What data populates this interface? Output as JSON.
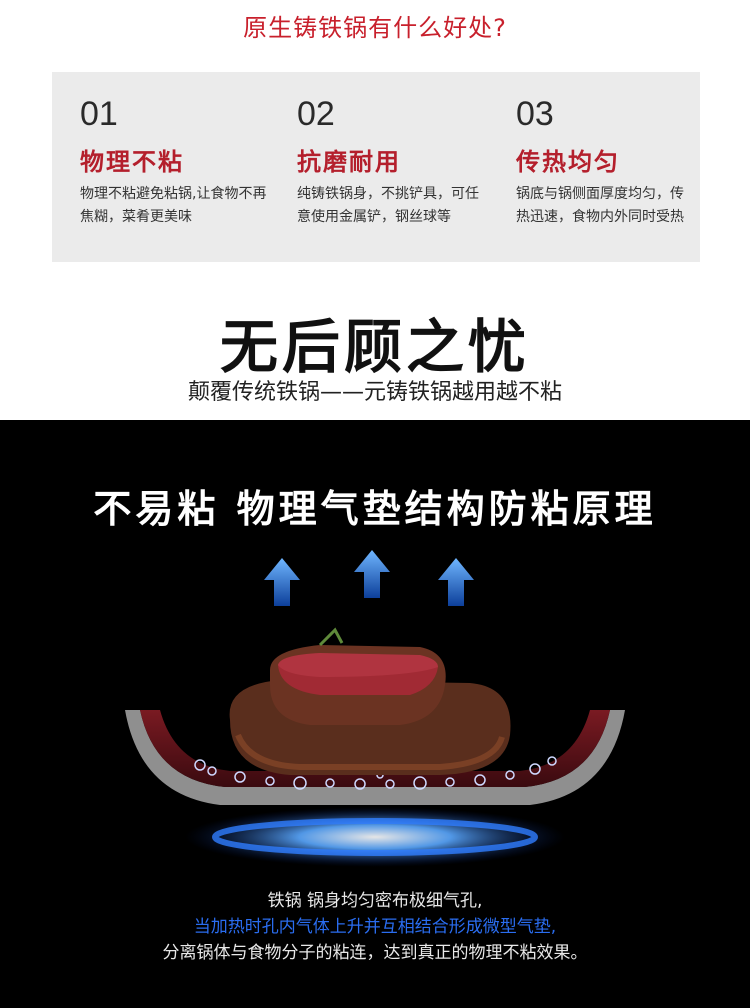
{
  "top_title": "原生铸铁锅有什么好处?",
  "features": [
    {
      "num": "01",
      "title": "物理不粘",
      "desc": "物理不粘避免粘锅,让食物不再焦糊，菜肴更美味"
    },
    {
      "num": "02",
      "title": "抗磨耐用",
      "desc": "纯铸铁锅身，不挑铲具，可任意使用金属铲，钢丝球等"
    },
    {
      "num": "03",
      "title": "传热均匀",
      "desc": "锅底与锅侧面厚度均匀，传热迅速，食物内外同时受热"
    }
  ],
  "slogan": "无后顾之忧",
  "slogan_sub": "颠覆传统铁锅——元铸铁锅越用越不粘",
  "dark_title": "不易粘  物理气垫结构防粘原理",
  "captions": [
    "铁锅 锅身均匀密布极细气孔,",
    "当加热时孔内气体上升并互相结合形成微型气垫,",
    "分离锅体与食物分子的粘连，达到真正的物理不粘效果。"
  ],
  "colors": {
    "accent_red": "#b41f2c",
    "title_red": "#c8202c",
    "highlight_blue": "#2a6df0"
  }
}
